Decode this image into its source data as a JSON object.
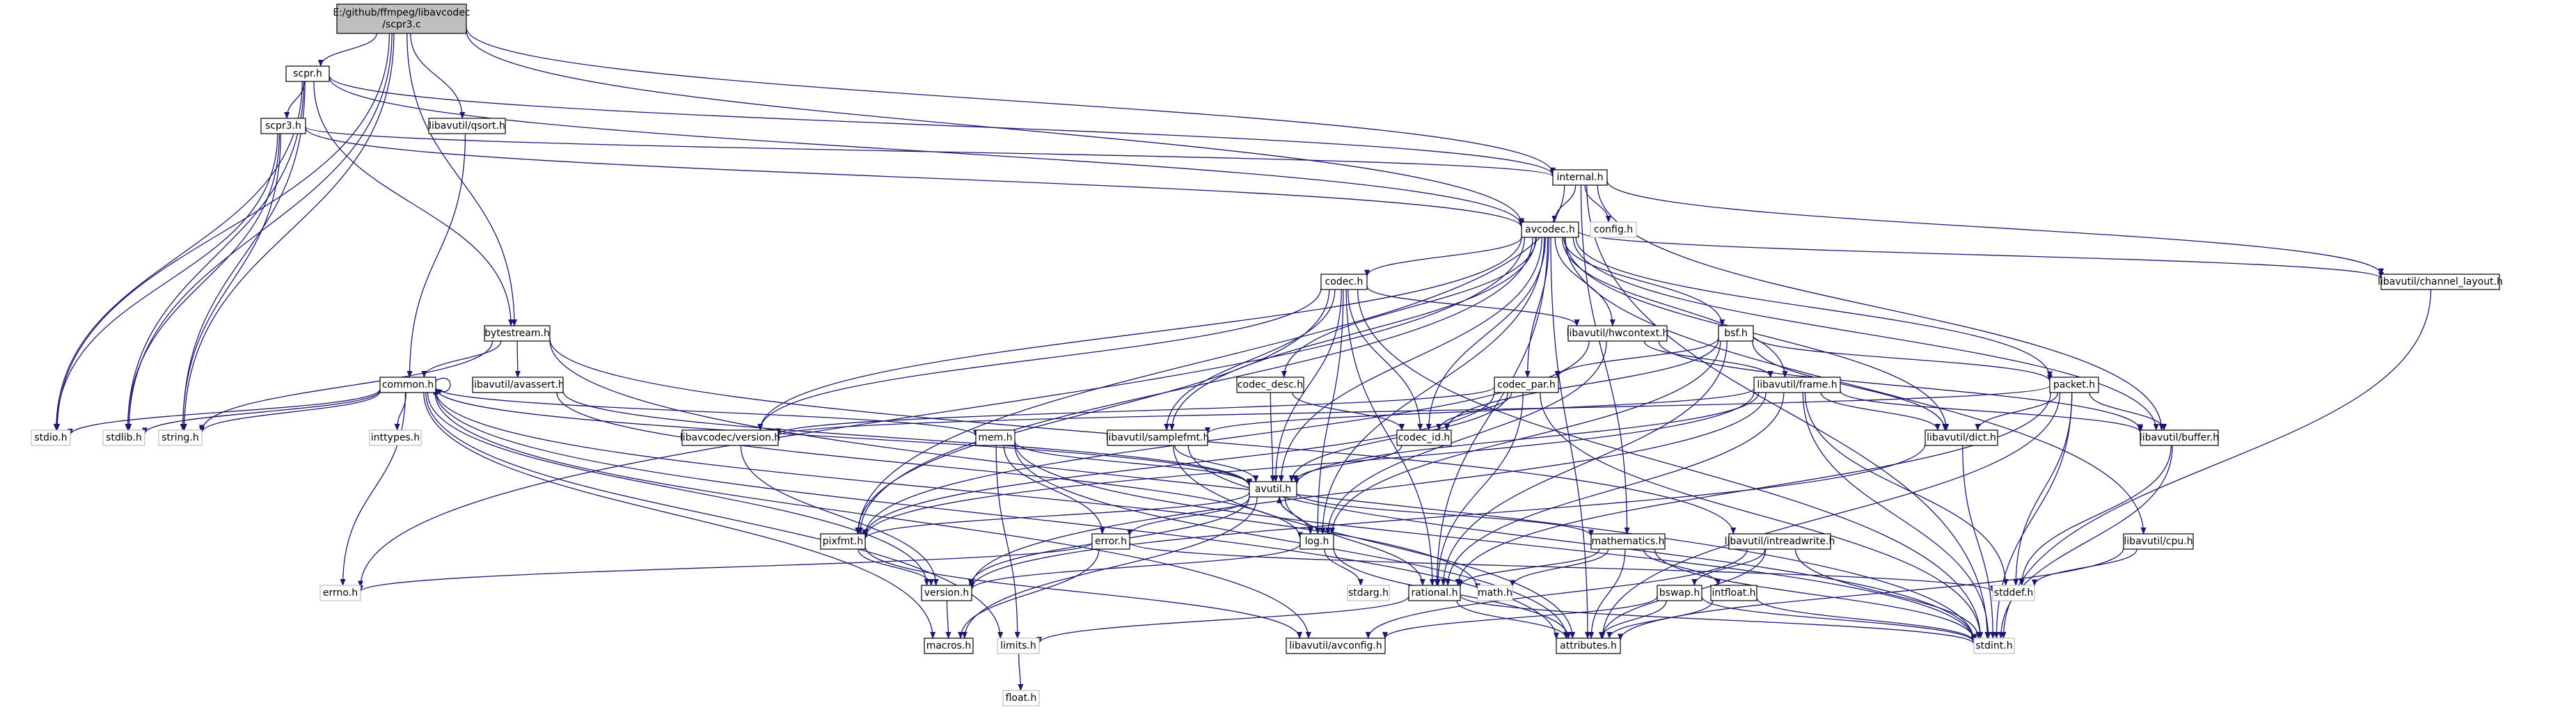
{
  "colors": {
    "edge": "#191970",
    "root_fill": "#bfbfbf",
    "external_border": "#bfbfbf",
    "node_border": "#000000"
  },
  "nodes": [
    {
      "id": "root",
      "lines": [
        "E:/github/ffmpeg/libavcodec",
        "/scpr3.c"
      ],
      "kind": "root"
    },
    {
      "id": "scpr_h",
      "lines": [
        "scpr.h"
      ],
      "kind": "file"
    },
    {
      "id": "scpr3_h",
      "lines": [
        "scpr3.h"
      ],
      "kind": "file"
    },
    {
      "id": "qsort_h",
      "lines": [
        "libavutil/qsort.h"
      ],
      "kind": "file"
    },
    {
      "id": "internal_h",
      "lines": [
        "internal.h"
      ],
      "kind": "file"
    },
    {
      "id": "config_h",
      "lines": [
        "config.h"
      ],
      "kind": "external"
    },
    {
      "id": "avcodec_h",
      "lines": [
        "avcodec.h"
      ],
      "kind": "file"
    },
    {
      "id": "codec_h",
      "lines": [
        "codec.h"
      ],
      "kind": "file"
    },
    {
      "id": "channel_layout_h",
      "lines": [
        "libavutil/channel_layout.h"
      ],
      "kind": "file"
    },
    {
      "id": "bytestream_h",
      "lines": [
        "bytestream.h"
      ],
      "kind": "file"
    },
    {
      "id": "hwcontext_h",
      "lines": [
        "libavutil/hwcontext.h"
      ],
      "kind": "file"
    },
    {
      "id": "bsf_h",
      "lines": [
        "bsf.h"
      ],
      "kind": "file"
    },
    {
      "id": "common_h",
      "lines": [
        "common.h"
      ],
      "kind": "file"
    },
    {
      "id": "avassert_h",
      "lines": [
        "libavutil/avassert.h"
      ],
      "kind": "file"
    },
    {
      "id": "codec_desc_h",
      "lines": [
        "codec_desc.h"
      ],
      "kind": "file"
    },
    {
      "id": "codec_par_h",
      "lines": [
        "codec_par.h"
      ],
      "kind": "file"
    },
    {
      "id": "frame_h",
      "lines": [
        "libavutil/frame.h"
      ],
      "kind": "file"
    },
    {
      "id": "packet_h",
      "lines": [
        "packet.h"
      ],
      "kind": "file"
    },
    {
      "id": "stdio_h",
      "lines": [
        "stdio.h"
      ],
      "kind": "external"
    },
    {
      "id": "stdlib_h",
      "lines": [
        "stdlib.h"
      ],
      "kind": "external"
    },
    {
      "id": "string_h",
      "lines": [
        "string.h"
      ],
      "kind": "external"
    },
    {
      "id": "inttypes_h",
      "lines": [
        "inttypes.h"
      ],
      "kind": "external"
    },
    {
      "id": "lavc_version_h",
      "lines": [
        "libavcodec/version.h"
      ],
      "kind": "file"
    },
    {
      "id": "mem_h",
      "lines": [
        "mem.h"
      ],
      "kind": "file"
    },
    {
      "id": "samplefmt_h",
      "lines": [
        "libavutil/samplefmt.h"
      ],
      "kind": "file"
    },
    {
      "id": "codec_id_h",
      "lines": [
        "codec_id.h"
      ],
      "kind": "file"
    },
    {
      "id": "dict_h",
      "lines": [
        "libavutil/dict.h"
      ],
      "kind": "file"
    },
    {
      "id": "buffer_h",
      "lines": [
        "libavutil/buffer.h"
      ],
      "kind": "file"
    },
    {
      "id": "avutil_h",
      "lines": [
        "avutil.h"
      ],
      "kind": "file"
    },
    {
      "id": "pixfmt_h",
      "lines": [
        "pixfmt.h"
      ],
      "kind": "file"
    },
    {
      "id": "error_h",
      "lines": [
        "error.h"
      ],
      "kind": "file"
    },
    {
      "id": "log_h",
      "lines": [
        "log.h"
      ],
      "kind": "file"
    },
    {
      "id": "mathematics_h",
      "lines": [
        "mathematics.h"
      ],
      "kind": "file"
    },
    {
      "id": "intreadwrite_h",
      "lines": [
        "libavutil/intreadwrite.h"
      ],
      "kind": "file"
    },
    {
      "id": "cpu_h",
      "lines": [
        "libavutil/cpu.h"
      ],
      "kind": "file"
    },
    {
      "id": "errno_h",
      "lines": [
        "errno.h"
      ],
      "kind": "external"
    },
    {
      "id": "version_h",
      "lines": [
        "version.h"
      ],
      "kind": "file"
    },
    {
      "id": "stdarg_h",
      "lines": [
        "stdarg.h"
      ],
      "kind": "external"
    },
    {
      "id": "math_h",
      "lines": [
        "math.h"
      ],
      "kind": "external"
    },
    {
      "id": "rational_h",
      "lines": [
        "rational.h"
      ],
      "kind": "file"
    },
    {
      "id": "bswap_h",
      "lines": [
        "bswap.h"
      ],
      "kind": "file"
    },
    {
      "id": "intfloat_h",
      "lines": [
        "intfloat.h"
      ],
      "kind": "file"
    },
    {
      "id": "stddef_h",
      "lines": [
        "stddef.h"
      ],
      "kind": "external"
    },
    {
      "id": "macros_h",
      "lines": [
        "macros.h"
      ],
      "kind": "file"
    },
    {
      "id": "limits_h",
      "lines": [
        "limits.h"
      ],
      "kind": "external"
    },
    {
      "id": "avconfig_h",
      "lines": [
        "libavutil/avconfig.h"
      ],
      "kind": "file"
    },
    {
      "id": "attributes_h",
      "lines": [
        "attributes.h"
      ],
      "kind": "file"
    },
    {
      "id": "stdint_h",
      "lines": [
        "stdint.h"
      ],
      "kind": "external"
    },
    {
      "id": "float_h",
      "lines": [
        "float.h"
      ],
      "kind": "external"
    }
  ],
  "edges": [
    [
      "root",
      "scpr_h"
    ],
    [
      "root",
      "qsort_h"
    ],
    [
      "root",
      "internal_h"
    ],
    [
      "root",
      "avcodec_h"
    ],
    [
      "root",
      "bytestream_h"
    ],
    [
      "root",
      "stdio_h"
    ],
    [
      "root",
      "stdlib_h"
    ],
    [
      "root",
      "string_h"
    ],
    [
      "scpr_h",
      "scpr3_h"
    ],
    [
      "scpr_h",
      "avcodec_h"
    ],
    [
      "scpr_h",
      "bytestream_h"
    ],
    [
      "scpr_h",
      "internal_h"
    ],
    [
      "scpr_h",
      "stdio_h"
    ],
    [
      "scpr_h",
      "stdlib_h"
    ],
    [
      "scpr_h",
      "string_h"
    ],
    [
      "scpr3_h",
      "avcodec_h"
    ],
    [
      "scpr3_h",
      "internal_h"
    ],
    [
      "scpr3_h",
      "stdio_h"
    ],
    [
      "scpr3_h",
      "stdlib_h"
    ],
    [
      "scpr3_h",
      "string_h"
    ],
    [
      "qsort_h",
      "common_h"
    ],
    [
      "internal_h",
      "config_h"
    ],
    [
      "internal_h",
      "avcodec_h"
    ],
    [
      "internal_h",
      "channel_layout_h"
    ],
    [
      "internal_h",
      "buffer_h"
    ],
    [
      "internal_h",
      "mathematics_h"
    ],
    [
      "internal_h",
      "pixfmt_h"
    ],
    [
      "internal_h",
      "stdint_h"
    ],
    [
      "avcodec_h",
      "codec_h"
    ],
    [
      "avcodec_h",
      "hwcontext_h"
    ],
    [
      "avcodec_h",
      "bsf_h"
    ],
    [
      "avcodec_h",
      "codec_desc_h"
    ],
    [
      "avcodec_h",
      "codec_par_h"
    ],
    [
      "avcodec_h",
      "frame_h"
    ],
    [
      "avcodec_h",
      "packet_h"
    ],
    [
      "avcodec_h",
      "channel_layout_h"
    ],
    [
      "avcodec_h",
      "lavc_version_h"
    ],
    [
      "avcodec_h",
      "samplefmt_h"
    ],
    [
      "avcodec_h",
      "codec_id_h"
    ],
    [
      "avcodec_h",
      "dict_h"
    ],
    [
      "avcodec_h",
      "buffer_h"
    ],
    [
      "avcodec_h",
      "avutil_h"
    ],
    [
      "avcodec_h",
      "pixfmt_h"
    ],
    [
      "avcodec_h",
      "log_h"
    ],
    [
      "avcodec_h",
      "rational_h"
    ],
    [
      "avcodec_h",
      "cpu_h"
    ],
    [
      "avcodec_h",
      "attributes_h"
    ],
    [
      "avcodec_h",
      "errno_h"
    ],
    [
      "codec_h",
      "hwcontext_h"
    ],
    [
      "codec_h",
      "lavc_version_h"
    ],
    [
      "codec_h",
      "samplefmt_h"
    ],
    [
      "codec_h",
      "codec_id_h"
    ],
    [
      "codec_h",
      "avutil_h"
    ],
    [
      "codec_h",
      "pixfmt_h"
    ],
    [
      "codec_h",
      "log_h"
    ],
    [
      "codec_h",
      "rational_h"
    ],
    [
      "codec_h",
      "stdint_h"
    ],
    [
      "channel_layout_h",
      "stdint_h"
    ],
    [
      "bytestream_h",
      "common_h"
    ],
    [
      "bytestream_h",
      "avassert_h"
    ],
    [
      "bytestream_h",
      "intreadwrite_h"
    ],
    [
      "bytestream_h",
      "string_h"
    ],
    [
      "bytestream_h",
      "stdint_h"
    ],
    [
      "hwcontext_h",
      "buffer_h"
    ],
    [
      "hwcontext_h",
      "frame_h"
    ],
    [
      "hwcontext_h",
      "log_h"
    ],
    [
      "hwcontext_h",
      "pixfmt_h"
    ],
    [
      "bsf_h",
      "codec_id_h"
    ],
    [
      "bsf_h",
      "codec_par_h"
    ],
    [
      "bsf_h",
      "packet_h"
    ],
    [
      "bsf_h",
      "dict_h"
    ],
    [
      "bsf_h",
      "log_h"
    ],
    [
      "bsf_h",
      "rational_h"
    ],
    [
      "common_h",
      "stdio_h"
    ],
    [
      "common_h",
      "stdlib_h"
    ],
    [
      "common_h",
      "string_h"
    ],
    [
      "common_h",
      "inttypes_h"
    ],
    [
      "common_h",
      "errno_h"
    ],
    [
      "common_h",
      "limits_h"
    ],
    [
      "common_h",
      "math_h"
    ],
    [
      "common_h",
      "attributes_h"
    ],
    [
      "common_h",
      "macros_h"
    ],
    [
      "common_h",
      "version_h"
    ],
    [
      "common_h",
      "avconfig_h"
    ],
    [
      "common_h",
      "mem_h"
    ],
    [
      "common_h",
      "common_h"
    ],
    [
      "avassert_h",
      "avutil_h"
    ],
    [
      "avassert_h",
      "log_h"
    ],
    [
      "codec_desc_h",
      "avutil_h"
    ],
    [
      "codec_desc_h",
      "codec_id_h"
    ],
    [
      "codec_par_h",
      "avutil_h"
    ],
    [
      "codec_par_h",
      "rational_h"
    ],
    [
      "codec_par_h",
      "pixfmt_h"
    ],
    [
      "codec_par_h",
      "codec_id_h"
    ],
    [
      "codec_par_h",
      "stdint_h"
    ],
    [
      "codec_par_h",
      "lavc_version_h"
    ],
    [
      "frame_h",
      "avutil_h"
    ],
    [
      "frame_h",
      "buffer_h"
    ],
    [
      "frame_h",
      "dict_h"
    ],
    [
      "frame_h",
      "rational_h"
    ],
    [
      "frame_h",
      "samplefmt_h"
    ],
    [
      "frame_h",
      "pixfmt_h"
    ],
    [
      "frame_h",
      "version_h"
    ],
    [
      "frame_h",
      "stddef_h"
    ],
    [
      "frame_h",
      "stdint_h"
    ],
    [
      "packet_h",
      "buffer_h"
    ],
    [
      "packet_h",
      "dict_h"
    ],
    [
      "packet_h",
      "rational_h"
    ],
    [
      "packet_h",
      "attributes_h"
    ],
    [
      "packet_h",
      "stddef_h"
    ],
    [
      "packet_h",
      "stdint_h"
    ],
    [
      "packet_h",
      "lavc_version_h"
    ],
    [
      "lavc_version_h",
      "version_h"
    ],
    [
      "mem_h",
      "attributes_h"
    ],
    [
      "mem_h",
      "error_h"
    ],
    [
      "mem_h",
      "avutil_h"
    ],
    [
      "mem_h",
      "limits_h"
    ],
    [
      "mem_h",
      "stdint_h"
    ],
    [
      "samplefmt_h",
      "avutil_h"
    ],
    [
      "samplefmt_h",
      "attributes_h"
    ],
    [
      "samplefmt_h",
      "stdint_h"
    ],
    [
      "codec_id_h",
      "avutil_h"
    ],
    [
      "dict_h",
      "stdint_h"
    ],
    [
      "dict_h",
      "version_h"
    ],
    [
      "buffer_h",
      "stddef_h"
    ],
    [
      "buffer_h",
      "stdint_h"
    ],
    [
      "avutil_h",
      "common_h"
    ],
    [
      "avutil_h",
      "error_h"
    ],
    [
      "avutil_h",
      "version_h"
    ],
    [
      "avutil_h",
      "mathematics_h"
    ],
    [
      "avutil_h",
      "rational_h"
    ],
    [
      "avutil_h",
      "log_h"
    ],
    [
      "avutil_h",
      "pixfmt_h"
    ],
    [
      "avutil_h",
      "macros_h"
    ],
    [
      "pixfmt_h",
      "avconfig_h"
    ],
    [
      "pixfmt_h",
      "version_h"
    ],
    [
      "error_h",
      "errno_h"
    ],
    [
      "error_h",
      "stddef_h"
    ],
    [
      "error_h",
      "macros_h"
    ],
    [
      "log_h",
      "avutil_h"
    ],
    [
      "log_h",
      "stdarg_h"
    ],
    [
      "log_h",
      "attributes_h"
    ],
    [
      "log_h",
      "version_h"
    ],
    [
      "mathematics_h",
      "stdint_h"
    ],
    [
      "mathematics_h",
      "math_h"
    ],
    [
      "mathematics_h",
      "attributes_h"
    ],
    [
      "mathematics_h",
      "rational_h"
    ],
    [
      "mathematics_h",
      "intfloat_h"
    ],
    [
      "intreadwrite_h",
      "avconfig_h"
    ],
    [
      "intreadwrite_h",
      "attributes_h"
    ],
    [
      "intreadwrite_h",
      "bswap_h"
    ],
    [
      "intreadwrite_h",
      "stdint_h"
    ],
    [
      "cpu_h",
      "stddef_h"
    ],
    [
      "cpu_h",
      "attributes_h"
    ],
    [
      "version_h",
      "macros_h"
    ],
    [
      "rational_h",
      "stdint_h"
    ],
    [
      "rational_h",
      "limits_h"
    ],
    [
      "rational_h",
      "attributes_h"
    ],
    [
      "bswap_h",
      "stdint_h"
    ],
    [
      "bswap_h",
      "avconfig_h"
    ],
    [
      "bswap_h",
      "attributes_h"
    ],
    [
      "intfloat_h",
      "stdint_h"
    ],
    [
      "intfloat_h",
      "attributes_h"
    ],
    [
      "limits_h",
      "float_h"
    ]
  ]
}
